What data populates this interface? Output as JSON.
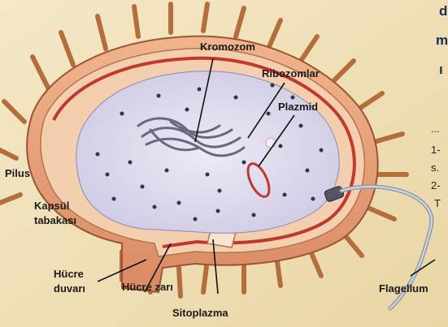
{
  "labels": {
    "kromozom": "Kromozom",
    "ribozomlar": "Ribozomlar",
    "plazmid": "Plazmid",
    "pilus": "Pilus",
    "kapsul_line1": "Kapsül",
    "kapsul_line2": "tabakası",
    "hucre_duvari_line1": "Hücre",
    "hucre_duvari_line2": "duvarı",
    "hucre_zari": "Hücre zarı",
    "sitoplazma": "Sitoplazma",
    "flagellum": "Flagellum"
  },
  "side_text": {
    "line1": "d",
    "line2": "m",
    "line3": "ı",
    "note1": "...",
    "note2": "1-",
    "note3": "s.",
    "note4": "2-",
    "note5": "T"
  },
  "colors": {
    "background": "#f1e4bd",
    "capsule": "#e8a27a",
    "cell_wall": "#f3cfb0",
    "membrane": "#c0392b",
    "cytoplasm": "#d9d5e8",
    "ribosome": "#3a3440",
    "chromosome": "#8f8a9c"
  }
}
